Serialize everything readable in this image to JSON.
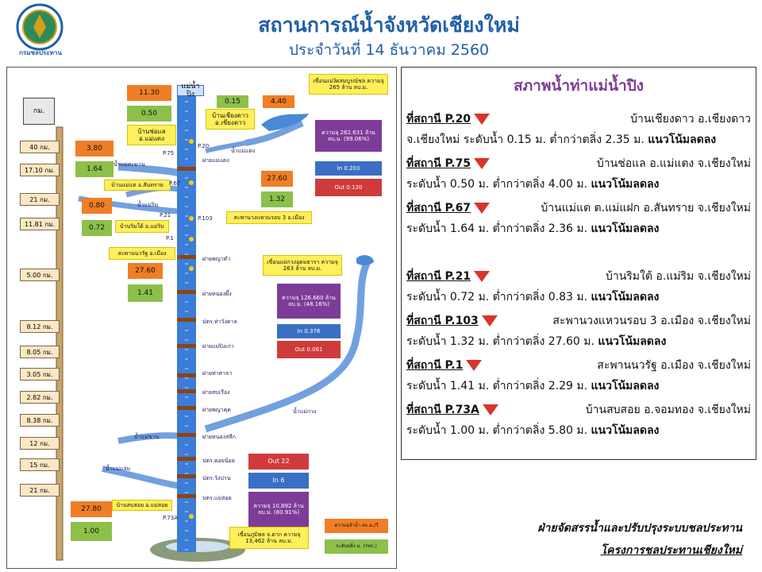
{
  "header": {
    "title": "สถานการณ์น้ำจังหวัดเชียงใหม่",
    "subtitle": "ประจำวันที่ 14 ธันวาคม 2560",
    "logo_text": "กรมชลประทาน"
  },
  "map": {
    "river_label": "แม่น้ำปิง",
    "gauge_label": "กม.",
    "distances": [
      "40 กม.",
      "17.10 กม.",
      "21 กม.",
      "11.81 กม.",
      "5.00 กม.",
      "8.12 กม.",
      "8.05 กม.",
      "3.05 กม.",
      "2.82 กม.",
      "8.38 กม.",
      "12 กม.",
      "15 กม.",
      "21 กม."
    ],
    "stations": [
      {
        "code": "P.20",
        "name": "บ้านเชียงดาว อ.เชียงดาว",
        "bank": "11.30",
        "level": "0.50"
      },
      {
        "code": "P.75",
        "name": "บ้านช่อแล อ.แม่แตง",
        "bank": "3.80",
        "level": "1.64"
      },
      {
        "code": "P.67",
        "name": "บ้านแม่แต อ.สันทราย",
        "bank": "27.60",
        "level": "1.32"
      },
      {
        "code": "P.21",
        "name": "บ้านริมใต้ อ.แม่ริม",
        "bank": "0.80",
        "level": "0.72"
      },
      {
        "code": "P.103",
        "name": "สะพานวงแหวนรอบ 3 อ.เมือง"
      },
      {
        "code": "P.1",
        "name": "สะพานนวรัฐ อ.เมือง",
        "bank": "27.60",
        "level": "1.41"
      },
      {
        "code": "P.73A",
        "name": "บ้านสบสอย อ.แม่สอย",
        "bank": "27.80",
        "level": "1.00"
      }
    ],
    "top_pair": {
      "a": "0.15",
      "b": "4.40"
    },
    "dam1": {
      "name": "เขื่อนแม่งัดสมบูรณ์ชล ความจุ 265 ล้าน ลบ.ม.",
      "storage": "ความจุ 262.631 ล้าน ลบ.ม. (99.06%)",
      "inflow": "In 0.203",
      "outflow": "Out 0.120"
    },
    "dam2": {
      "name": "เขื่อนแม่กวงอุดมธารา ความจุ 263 ล้าน ลบ.ม.",
      "storage": "ความจุ 126.660 ล้าน ลบ.ม. (48.16%)",
      "inflow": "In 0.378",
      "outflow": "Out 0.061"
    },
    "dam3": {
      "name": "เขื่อนภูมิพล จ.ตาก ความจุ 13,462 ล้าน ลบ.ม.",
      "storage": "ความจุ 10,892 ล้าน ลบ.ม. (80.91%)",
      "inflow": "In 6",
      "outflow": "Out 22"
    },
    "weirs": [
      "ฝายแม่แตง",
      "ฝายพญาคำ",
      "ฝายหนองผึ้ง",
      "ปตร.ท่าวังตาล",
      "ฝายแม่ปิงเก่า",
      "ฝายท่าศาลา",
      "ฝายสบเรือง",
      "ฝายพญาคุด",
      "ฝายหนองสลีก",
      "ปตร.ดอยน้อย",
      "ปตร.วังปาน",
      "ปตร.แม่สอย"
    ],
    "tributaries": [
      "น้ำแม่ตะมาน",
      "น้ำแม่แตง",
      "น้ำแม่ริม",
      "น้ำแม่กวง",
      "น้ำแม่ขาน",
      "น้ำแม่แจ่ม"
    ],
    "legend": {
      "bank": "ความจุลำน้ำ ลบ.ม./วิ",
      "level": "ระดับตลิ่ง ม. (รทก.)"
    }
  },
  "status": {
    "title": "สภาพน้ำท่าแม่น้ำปิง",
    "entries": [
      {
        "station": "ที่สถานี P.20",
        "place": "บ้านเชียงดาว อ.เชียงดาว",
        "detail": "จ.เชียงใหม่ ระดับน้ำ 0.15 ม. ต่ำกว่าตลิ่ง 2.35 ม.",
        "trend": "แนวโน้มลดลง"
      },
      {
        "station": "ที่สถานี P.75",
        "place": "บ้านช่อแล อ.แม่แตง จ.เชียงใหม่",
        "detail": "ระดับน้ำ 0.50 ม. ต่ำกว่าตลิ่ง 4.00 ม.",
        "trend": "แนวโน้มลดลง"
      },
      {
        "station": "ที่สถานี P.67",
        "place": "บ้านแม่แต ต.แม่แฝก อ.สันทราย จ.เชียงใหม่",
        "detail": "ระดับน้ำ 1.64 ม. ต่ำกว่าตลิ่ง 2.36 ม.",
        "trend": "แนวโน้มลดลง"
      },
      {
        "station": "ที่สถานี P.21",
        "place": "บ้านริมใต้ อ.แม่ริม จ.เชียงใหม่",
        "detail": "ระดับน้ำ 0.72 ม. ต่ำกว่าตลิ่ง 0.83 ม.",
        "trend": "แนวโน้มลดลง"
      },
      {
        "station": "ที่สถานี P.103",
        "place": "สะพานวงแหวนรอบ 3 อ.เมือง จ.เชียงใหม่",
        "detail": "ระดับน้ำ 1.32 ม. ต่ำกว่าตลิ่ง 27.60 ม.",
        "trend": "แนวโน้มลดลง"
      },
      {
        "station": "ที่สถานี P.1",
        "place": "สะพานนวรัฐ อ.เมือง จ.เชียงใหม่",
        "detail": "ระดับน้ำ 1.41 ม. ต่ำกว่าตลิ่ง 2.29 ม.",
        "trend": "แนวโน้มลดลง"
      },
      {
        "station": "ที่สถานี P.73A",
        "place": "บ้านสบสอย อ.จอมทอง จ.เชียงใหม่",
        "detail": "ระดับน้ำ 1.00 ม. ต่ำกว่าตลิ่ง 5.80 ม.",
        "trend": "แนวโน้มลดลง"
      }
    ]
  },
  "footer": {
    "line1": "ฝ่ายจัดสรรน้ำและปรับปรุงระบบชลประทาน",
    "line2": "โครงการชลประทานเชียงใหม่"
  },
  "colors": {
    "title": "#1f5fa8",
    "river": "#3b7dd8",
    "arrow": "#d9352b",
    "status_title": "#7d3c98"
  }
}
